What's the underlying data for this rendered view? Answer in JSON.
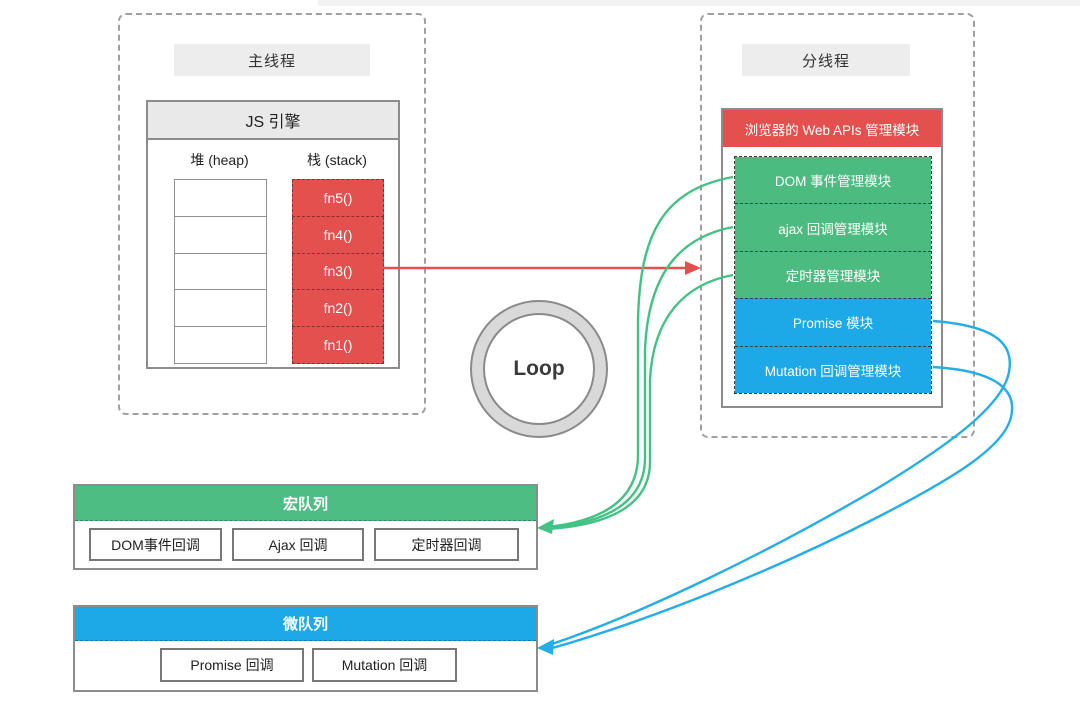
{
  "colors": {
    "red": "#e4504e",
    "green_module": "#4cbb80",
    "green_queue": "#4dbd84",
    "blue": "#1da9e8",
    "gray_fill": "#ededed"
  },
  "main_thread": {
    "title": "主线程",
    "engine": {
      "title": "JS 引擎",
      "heap_label": "堆 (heap)",
      "stack_label": "栈 (stack)",
      "stack_items": [
        "fn5()",
        "fn4()",
        "fn3()",
        "fn2()",
        "fn1()"
      ]
    }
  },
  "loop": {
    "label": "Loop"
  },
  "sub_thread": {
    "title": "分线程",
    "web_apis": {
      "title": "浏览器的 Web APIs 管理模块",
      "modules": [
        {
          "label": "DOM 事件管理模块",
          "type": "green"
        },
        {
          "label": "ajax 回调管理模块",
          "type": "green"
        },
        {
          "label": "定时器管理模块",
          "type": "green"
        },
        {
          "label": "Promise 模块",
          "type": "blue"
        },
        {
          "label": "Mutation 回调管理模块",
          "type": "blue"
        }
      ]
    }
  },
  "macro_queue": {
    "title": "宏队列",
    "items": [
      "DOM事件回调",
      "Ajax 回调",
      "定时器回调"
    ]
  },
  "micro_queue": {
    "title": "微队列",
    "items": [
      "Promise 回调",
      "Mutation 回调"
    ]
  }
}
